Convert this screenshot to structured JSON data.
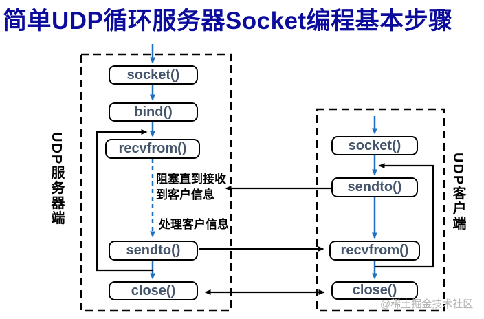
{
  "title": "简单UDP循环服务器Socket编程基本步骤",
  "server": {
    "label": "UDP服务器端",
    "nodes": {
      "socket": "socket()",
      "bind": "bind()",
      "recvfrom": "recvfrom()",
      "sendto": "sendto()",
      "close": "close()"
    }
  },
  "client": {
    "label": "UDP客户端",
    "nodes": {
      "socket": "socket()",
      "sendto": "sendto()",
      "recvfrom": "recvfrom()",
      "close": "close()"
    }
  },
  "annotations": {
    "blocking_line1": "阻塞直到接收",
    "blocking_line2": "到客户信息",
    "process": "处理客户信息"
  },
  "watermark": "@稀土掘金技术社区",
  "colors": {
    "title_text": "#0c0c9c",
    "arrow_blue": "#1f6fbf",
    "line_black": "#000000",
    "node_text": "#44546a",
    "watermark_gray": "#b5b5b5"
  }
}
